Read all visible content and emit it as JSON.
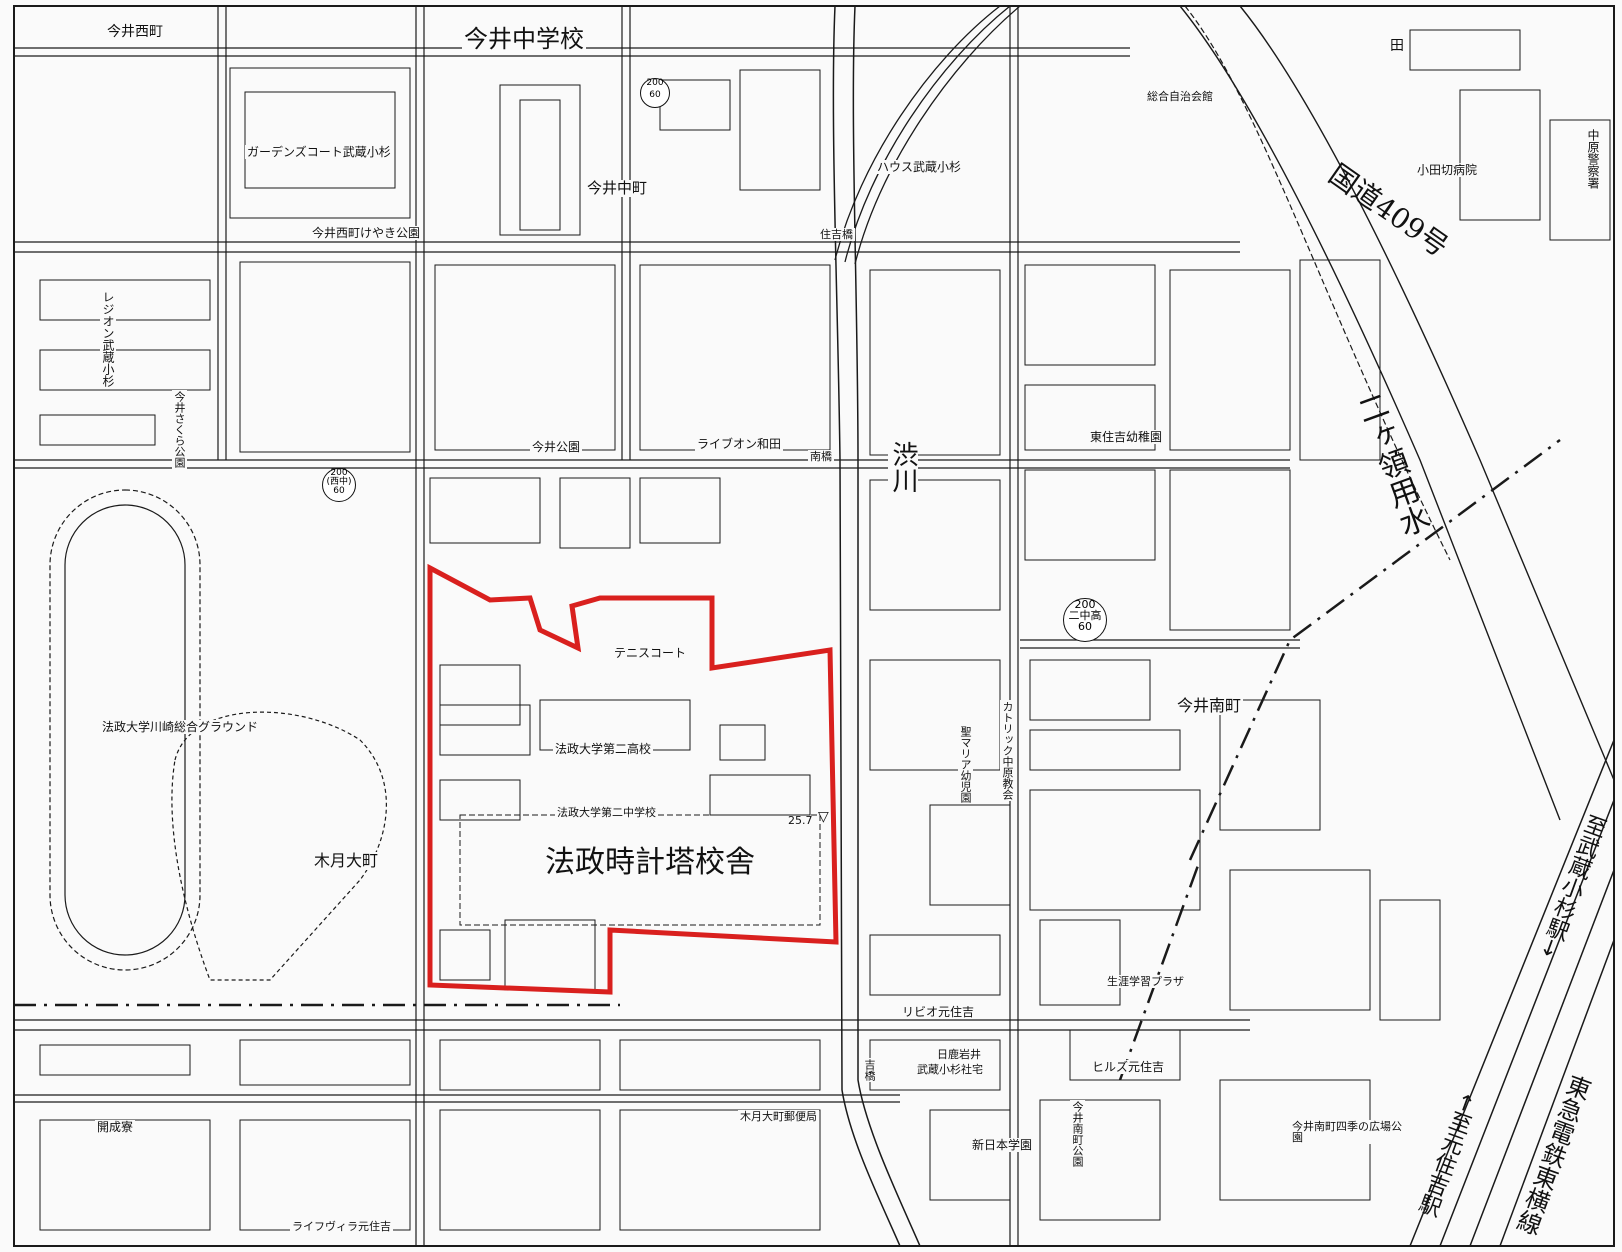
{
  "labels": {
    "imai_nishimachi": "今井西町",
    "imai_jhs": "今井中学校",
    "gardens_court": "ガーデンズコート武蔵小杉",
    "keyaki_park": "今井西町けやき公園",
    "imai_nakamachi": "今井中町",
    "house_musashikosugi": "ハウス武蔵小杉",
    "sumiyoshi_bridge": "住吉橋",
    "lesion": "レジオン武蔵小杉",
    "sakura_park": "今井さくら公園",
    "imai_park": "今井公園",
    "livion": "ライブオン和田",
    "minami_bridge": "南橋",
    "shibukawa": "渋川",
    "higashi_sumiyoshi_kg": "東住吉幼稚園",
    "route409": "国道409号",
    "nikaryo": "二ヶ領用水",
    "odakyu_hospital": "小田切病院",
    "nakahara_police": "中原警察署",
    "sogo_jichikai": "総合自治会館",
    "hosei_ground": "法政大学川崎総合グラウンド",
    "tennis_court": "テニスコート",
    "hosei_2nd_hs": "法政大学第二高校",
    "hosei_2nd_jhs": "法政大学第二中学校",
    "elevation": "25.7",
    "hosei_tower": "法政時計塔校舎",
    "kizuki_omachi": "木月大町",
    "imai_minamimachi": "今井南町",
    "catholic": "カトリック中原教会",
    "seimaria": "聖マリア幼児園",
    "shogai_plaza": "生涯学習プラザ",
    "ribio": "リビオ元住吉",
    "nikko_iwai": "日鹿岩井",
    "musashikosugi_shataku": "武蔵小杉社宅",
    "hills": "ヒルズ元住吉",
    "kaiseiryo": "開成寮",
    "kizuki_post": "木月大町郵便局",
    "shin_nihon": "新日本学園",
    "imai_minami_park": "今井南町公園",
    "shiki_park": "今井南町四季の広場公園",
    "lifevilla": "ライフヴィラ元住吉",
    "to_motosumiyoshi": "←至元住吉駅",
    "to_musashikosugi": "至武蔵小杉駅→",
    "tokyu": "東急電鉄東横線",
    "yoshi_bridge": "吉橋",
    "ta": "田"
  },
  "markers": {
    "m1": {
      "top": "200",
      "bottom": "60"
    },
    "m2": {
      "top": "200",
      "mid": "(西中)",
      "bottom": "60"
    },
    "m3": {
      "top": "200",
      "mid": "二中高",
      "bottom": "60"
    }
  },
  "colors": {
    "boundary": "#d9201e",
    "ink": "#1a1a1a",
    "paper": "#fafafa"
  }
}
